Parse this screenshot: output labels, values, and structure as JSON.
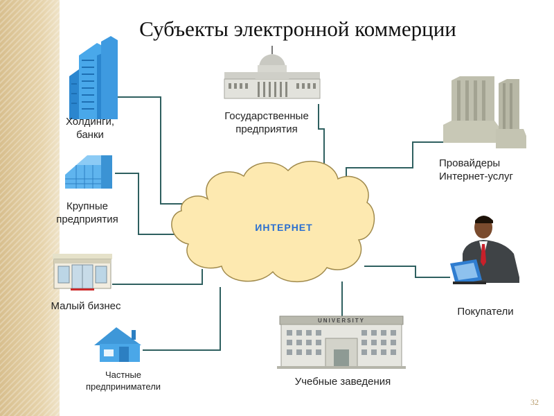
{
  "title": "Субъекты электронной коммерции",
  "center": {
    "label": "ИНТЕРНЕТ"
  },
  "nodes": {
    "holdings": {
      "line1": "Холдинги,",
      "line2": "банки",
      "icon": "skyscraper-icon"
    },
    "large_enterprises": {
      "line1": "Крупные",
      "line2": "предприятия",
      "icon": "office-building-icon"
    },
    "small_business": {
      "label": "Малый бизнес",
      "icon": "storefront-icon"
    },
    "private_entrepreneurs": {
      "line1": "Частные",
      "line2": "предприниматели",
      "icon": "house-icon"
    },
    "government": {
      "line1": "Государственные",
      "line2": "предприятия",
      "icon": "capitol-building-icon"
    },
    "providers": {
      "line1": "Провайдеры",
      "line2": "Интернет-услуг",
      "icon": "server-towers-icon"
    },
    "buyers": {
      "label": "Покупатели",
      "icon": "businessman-laptop-icon"
    },
    "education": {
      "label": "Учебные заведения",
      "icon": "university-building-icon",
      "sign": "UNIVERSITY"
    }
  },
  "colors": {
    "stripe": "#d8bf8e",
    "cloud_fill": "#fde9b0",
    "cloud_stroke": "#a08a4c",
    "connector": "#2e5f5f",
    "center_text": "#2a6fd1"
  },
  "page_number": "32"
}
